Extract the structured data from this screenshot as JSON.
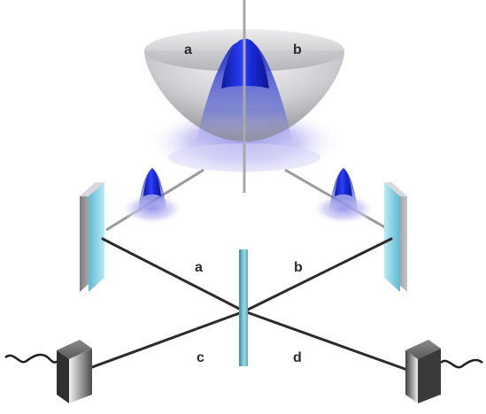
{
  "diagram": {
    "labels": {
      "a_top": "a",
      "b_top": "b",
      "a_beam": "a",
      "b_beam": "b",
      "c_beam": "c",
      "d_beam": "d"
    },
    "colors": {
      "bowl": "#b9b9bd",
      "condensate": "#1a2bd0",
      "halo": "#b8b6ee",
      "mirror": "#8fd3e6",
      "beam": "#2b2b2b",
      "beamsplitter": "#7fbfd1",
      "detector": "#6c6c6c"
    },
    "icons": {
      "left_mirror": "mirror-icon",
      "right_mirror": "mirror-icon",
      "beam_splitter": "beam-splitter-icon",
      "left_detector": "detector-icon",
      "right_detector": "detector-icon"
    }
  }
}
